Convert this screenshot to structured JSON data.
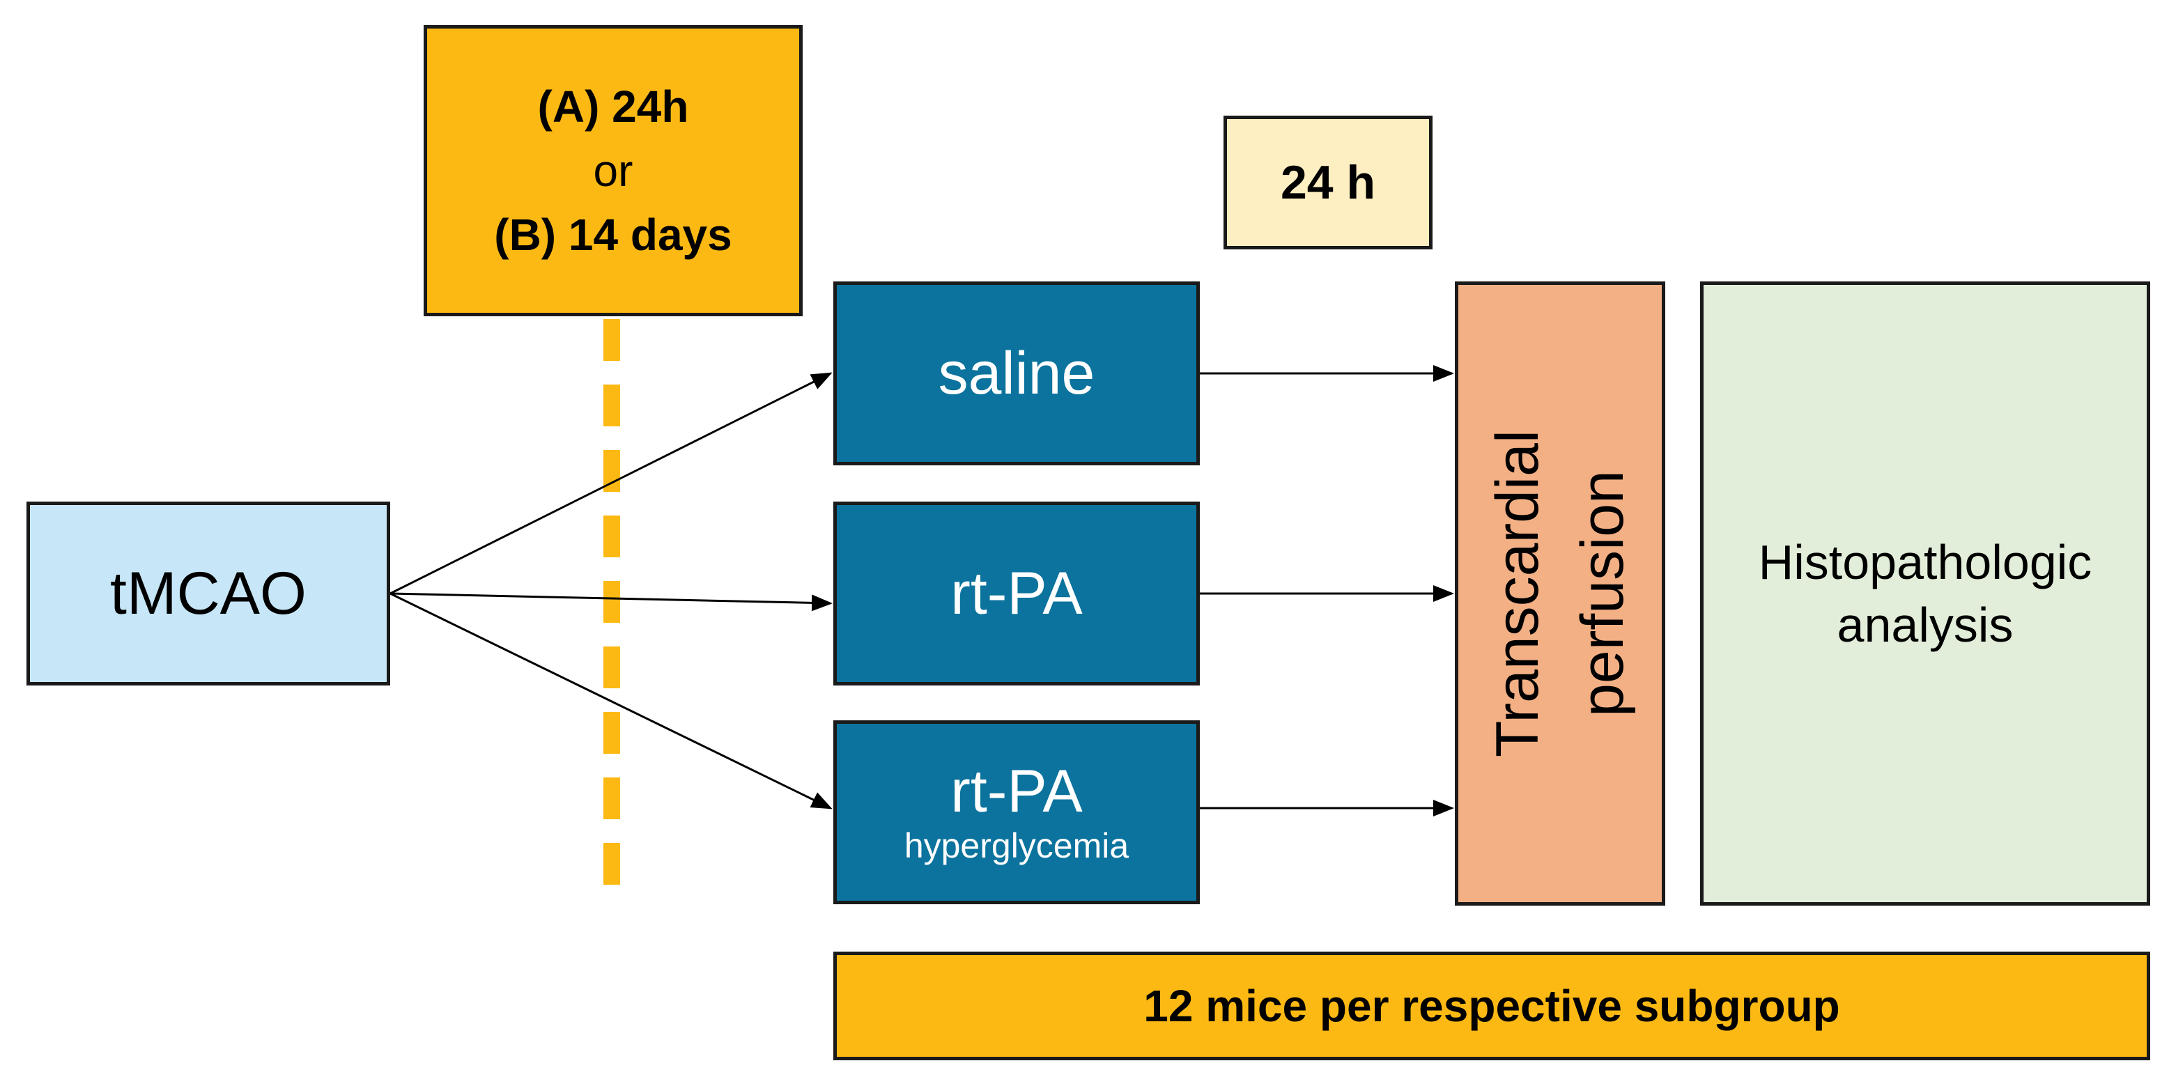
{
  "start": {
    "label": "tMCAO"
  },
  "timepoint": {
    "line_a": "(A) 24h",
    "line_or": "or",
    "line_b": "(B) 14 days"
  },
  "interval": {
    "label": "24 h"
  },
  "treatments": [
    {
      "label": "saline"
    },
    {
      "label": "rt-PA"
    },
    {
      "label": "rt-PA",
      "sublabel": "hyperglycemia"
    }
  ],
  "perfusion": {
    "line1": "Transcardial",
    "line2": "perfusion"
  },
  "analysis": {
    "line1": "Histopathologic",
    "line2": "analysis"
  },
  "footer": {
    "label": "12 mice per respective subgroup"
  },
  "colors": {
    "start_fill": "#c7e7f8",
    "timepoint_fill": "#fdb913",
    "interval_fill": "#fdefc2",
    "treatment_fill": "#0b739d",
    "perfusion_fill": "#f3b085",
    "analysis_fill": "#e2eed9",
    "divider": "#fdb913"
  }
}
